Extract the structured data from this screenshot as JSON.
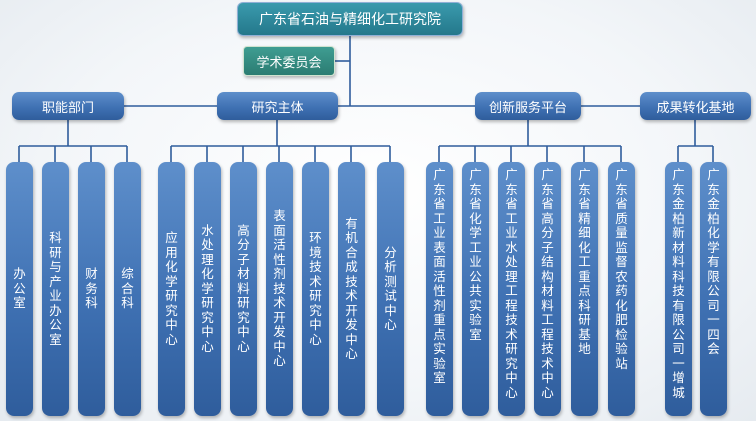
{
  "root": {
    "label": "广东省石油与精细化工研究院"
  },
  "committee": {
    "label": "学术委员会"
  },
  "categories": [
    {
      "label": "职能部门",
      "children": [
        "办公室",
        "科研与产业办公室",
        "财务科",
        "综合科"
      ]
    },
    {
      "label": "研究主体",
      "children": [
        "应用化学研究中心",
        "水处理化学研究中心",
        "高分子材料研究中心",
        "表面活性剂技术开发中心",
        "环境技术研究中心",
        "有机合成技术开发中心",
        "分析测试中心"
      ]
    },
    {
      "label": "创新服务平台",
      "children": [
        "广东省工业表面活性剂重点实验室",
        "广东省化学工业公共实验室",
        "广东省工业水处理工程技术研究中心",
        "广东省高分子结构材料工程技术中心",
        "广东省精细化工重点科研基地",
        "广东省质量监督农药化肥检验站"
      ]
    },
    {
      "label": "成果转化基地",
      "children": [
        "广东金柏新材料科技有限公司一增城",
        "广东金柏化学有限公司一四会"
      ]
    }
  ],
  "colors": {
    "leaf_blue": "#3f71b3",
    "root_teal": "#24788b",
    "committee_green": "#2b7c72",
    "connector": "#2f5d9c"
  }
}
